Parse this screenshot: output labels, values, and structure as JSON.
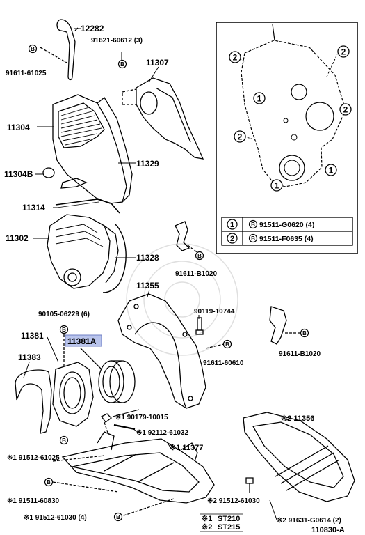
{
  "parts": {
    "p12282": "12282",
    "p91621_60612": "91621-60612 (3)",
    "p91611_61025": "91611-61025",
    "p11307": "11307",
    "p11304": "11304",
    "p11329": "11329",
    "p11304B": "11304B",
    "p11314": "11314",
    "p11302": "11302",
    "p11328": "11328",
    "p91611_B1020_a": "91611-B1020",
    "p11355": "11355",
    "p90105_06229": "90105-06229 (6)",
    "p90119_10744": "90119-10744",
    "p11381": "11381",
    "p11381A": "11381A",
    "p11383": "11383",
    "p91611_60610": "91611-60610",
    "p91611_B1020_b": "91611-B1020",
    "p90179_10015": "※1 90179-10015",
    "p92112_61032": "※1 92112-61032",
    "p91512_61025": "※1 91512-61025",
    "p11377": "※1 11377",
    "p11356": "※2 11356",
    "p91511_60830": "※1 91511-60830",
    "p91512_61030_2": "※2 91512-61030",
    "p91512_61030_1": "※1 91512-61030 (4)",
    "p91631_G0614": "※2 91631-G0614 (2)"
  },
  "legend": {
    "row1_num": "1",
    "row1_part": "91511-G0620 (4)",
    "row2_num": "2",
    "row2_part": "91511-F0635 (4)",
    "bolt_mark": "B"
  },
  "callouts": {
    "c1": "1",
    "c2": "2"
  },
  "notes": {
    "n1_mark": "※1",
    "n1_model": "ST210",
    "n2_mark": "※2",
    "n2_model": "ST215"
  },
  "diagram_code": "110830-A",
  "highlight_color": "#b9c4ec"
}
